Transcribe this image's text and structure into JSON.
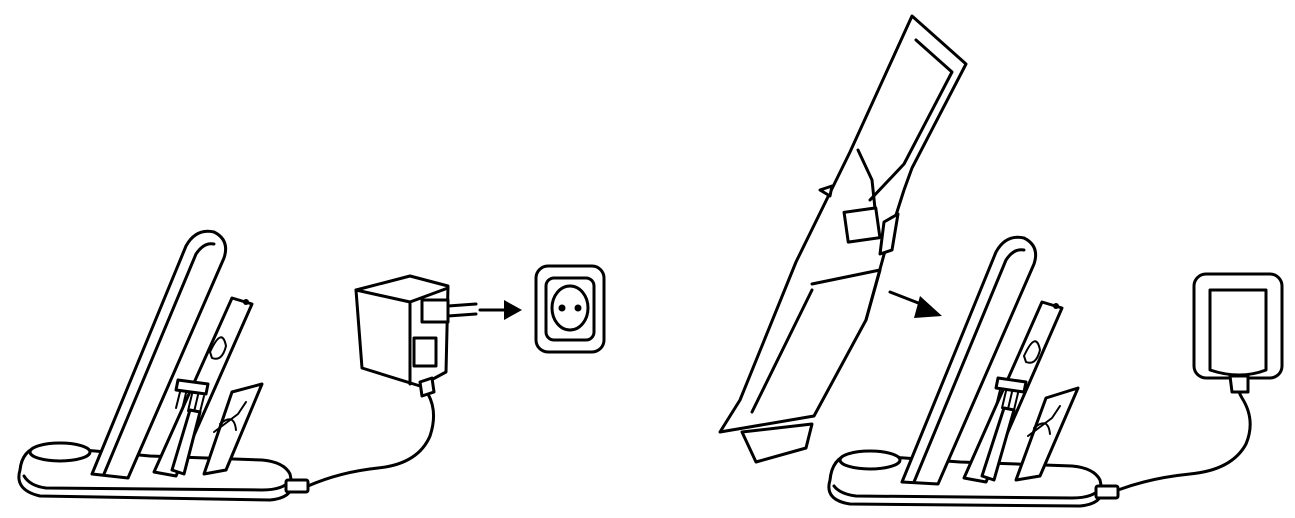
{
  "figure": {
    "panels": [
      {
        "step": "plug-in-adapter",
        "components": [
          "charging-dock",
          "power-adapter",
          "wall-socket"
        ]
      },
      {
        "step": "dock-vacuum",
        "components": [
          "handheld-vacuum",
          "charging-dock",
          "power-adapter"
        ]
      }
    ],
    "colors": {
      "line": "#000000",
      "background": "#ffffff"
    },
    "icons": [
      "arrow-right-icon",
      "arrow-down-right-icon",
      "socket-icon",
      "plug-icon",
      "brush-icon"
    ]
  }
}
